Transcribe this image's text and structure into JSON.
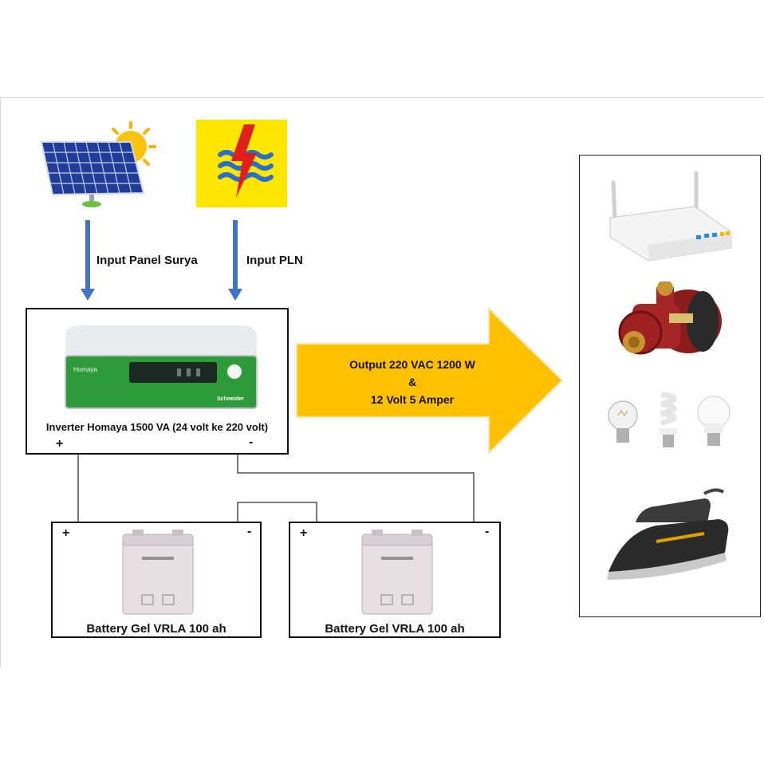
{
  "inputs": {
    "solar_label": "Input Panel Surya",
    "pln_label": "Input PLN"
  },
  "inverter": {
    "caption": "Inverter Homaya 1500 VA (24 volt ke 220 volt)",
    "plus": "+",
    "minus": "-",
    "brand_text": "Homaya",
    "maker_text": "Schneider"
  },
  "output": {
    "line1": "Output 220 VAC 1200 W",
    "line2": "&",
    "line3": "12 Volt 5 Amper",
    "arrow_color": "#ffc000"
  },
  "batteries": [
    {
      "label": "Battery Gel VRLA 100 ah",
      "plus": "+",
      "minus": "-"
    },
    {
      "label": "Battery Gel VRLA 100 ah",
      "plus": "+",
      "minus": "-"
    }
  ],
  "loads": [
    "router-icon",
    "water-pump-icon",
    "light-bulbs-icon",
    "clothes-iron-icon"
  ],
  "colors": {
    "input_arrow": "#4472c4",
    "pln_background": "#ffe600",
    "pln_bolt": "#e0201b",
    "pln_waves": "#2a6fc9",
    "inverter_green": "#2e9b3a"
  }
}
